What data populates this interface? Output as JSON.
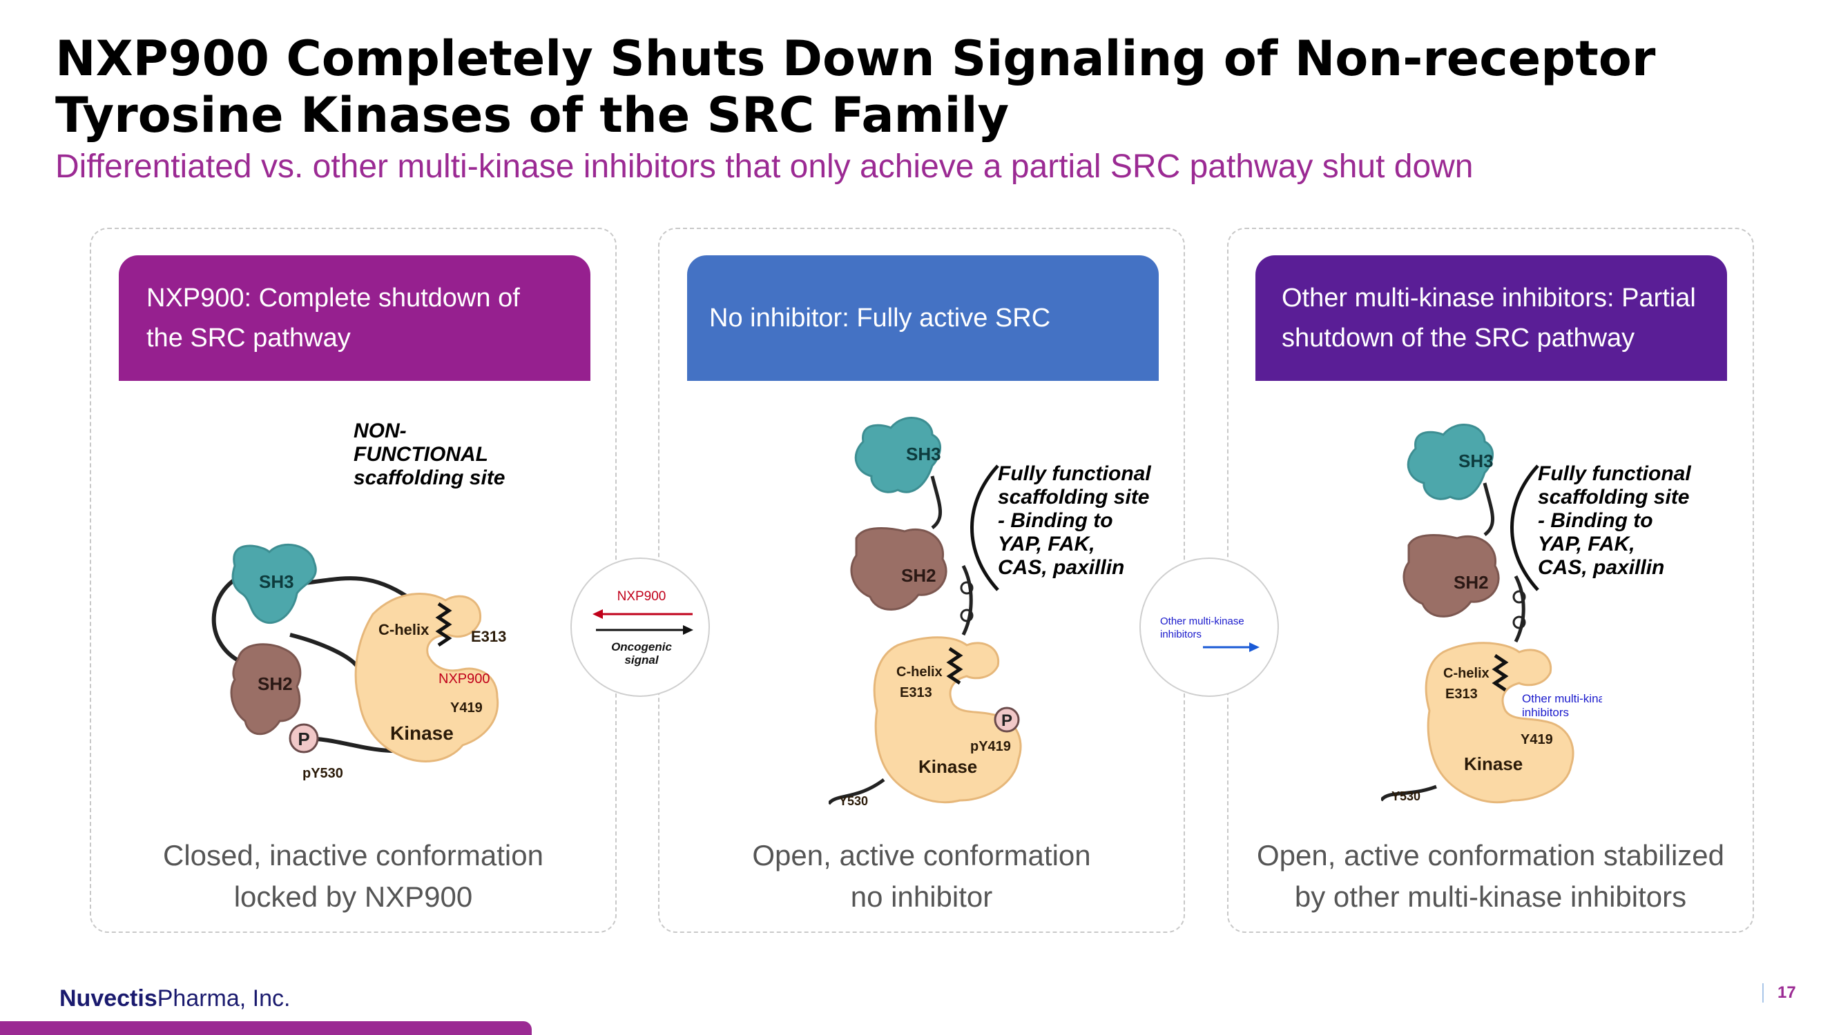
{
  "title": "NXP900 Completely Shuts Down Signaling of Non-receptor Tyrosine Kinases of the SRC Family",
  "subtitle": "Differentiated vs. other multi-kinase inhibitors that only achieve a partial SRC pathway shut down",
  "colors": {
    "purple": "#96208f",
    "blue": "#4472c4",
    "violet": "#5a1e96",
    "accent": "#9b2a93",
    "sh3": "#4da7ab",
    "sh2": "#9a6f66",
    "kinase": "#fbd9a5"
  },
  "panels": [
    {
      "header": "NXP900: Complete shutdown of the SRC pathway",
      "caption_line1": "Closed, inactive conformation",
      "caption_line2": "locked by NXP900",
      "note_line1": "NON-",
      "note_line2": "FUNCTIONAL",
      "note_line3": "scaffolding site",
      "sh3": "SH3",
      "sh2": "SH2",
      "kinase": "Kinase",
      "chelix": "C-helix",
      "e313": "E313",
      "drug": "NXP900",
      "y419": "Y419",
      "p": "P",
      "py530": "pY530"
    },
    {
      "header": "No inhibitor: Fully active SRC",
      "caption_line1": "Open, active conformation",
      "caption_line2": "no inhibitor",
      "note_line1": "Fully functional",
      "note_line2": "scaffolding site",
      "note_line3": "- Binding to",
      "note_line4": "YAP, FAK,",
      "note_line5": "CAS, paxillin",
      "sh3": "SH3",
      "sh2": "SH2",
      "kinase": "Kinase",
      "chelix": "C-helix",
      "e313": "E313",
      "py419": "pY419",
      "p": "P",
      "y530": "Y530"
    },
    {
      "header": "Other multi-kinase inhibitors: Partial shutdown of the SRC pathway",
      "caption_line1": "Open, active conformation stabilized",
      "caption_line2": "by other multi-kinase inhibitors",
      "note_line1": "Fully functional",
      "note_line2": "scaffolding site",
      "note_line3": "- Binding to",
      "note_line4": "YAP, FAK,",
      "note_line5": "CAS, paxillin",
      "sh3": "SH3",
      "sh2": "SH2",
      "kinase": "Kinase",
      "chelix": "C-helix",
      "e313": "E313",
      "drug_line1": "Other multi-kinase",
      "drug_line2": "inhibitors",
      "y419": "Y419",
      "y530": "Y530"
    }
  ],
  "connectors": {
    "left_drug": "NXP900",
    "left_signal_line1": "Oncogenic",
    "left_signal_line2": "signal",
    "right_drug_line1": "Other multi-kinase",
    "right_drug_line2": "inhibitors"
  },
  "footer": {
    "company_bold": "Nuvectis",
    "company_rest": "Pharma, Inc.",
    "page": "17"
  }
}
